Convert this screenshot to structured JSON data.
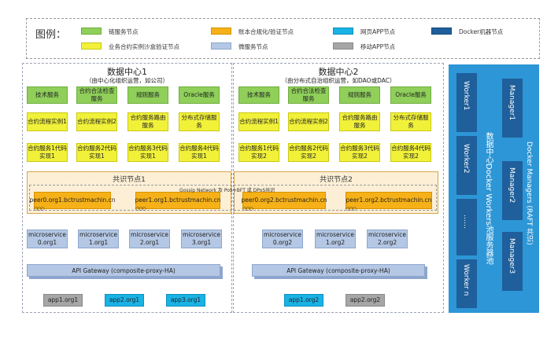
{
  "legend": {
    "title": "图例：",
    "items": [
      {
        "label": "链服务节点",
        "color": "#8fcf5a"
      },
      {
        "label": "账本合规化/验证节点",
        "color": "#f6b118"
      },
      {
        "label": "网页APP节点",
        "color": "#19b3e6"
      },
      {
        "label": "Docker机器节点",
        "color": "#1f5f9b"
      },
      {
        "label": "业务合约实例沙盒验证节点",
        "color": "#f1f13a"
      },
      {
        "label": "微服务节点",
        "color": "#b4c7e4"
      },
      {
        "label": "移动APP节点",
        "color": "#a6a6a6"
      }
    ]
  },
  "dc1": {
    "title": "数据中心1",
    "subtitle": "（由中心化组织运营，如公司）",
    "chain_services": [
      "技术服务",
      "合约合法检查服务",
      "规则服务",
      "Oracle服务"
    ],
    "sandbox_row1": [
      "合约流程实例1",
      "合约流程实例2",
      "合约服务路由服务",
      "分布式存储服务"
    ],
    "sandbox_row2": [
      "合约服务1代码实现1",
      "合约服务2代码实现1",
      "合约服务3代码实现1",
      "合约服务4代码实现1"
    ],
    "consensus_title": "共识节点1",
    "peers": [
      "peer0.org1.bctrustmachin.cn",
      "peer1.org1.bctrustmachin.cn"
    ],
    "microservices": [
      "microservice 0.org1",
      "microservice 1.org1",
      "microservice 2.org1",
      "microservice 3.org1"
    ],
    "gateway": "API Gateway (composite-proxy-HA)",
    "apps": [
      {
        "label": "app1.org1",
        "kind": "gray"
      },
      {
        "label": "app2.org1",
        "kind": "cyan"
      },
      {
        "label": "app3.org1",
        "kind": "cyan"
      }
    ]
  },
  "dc2": {
    "title": "数据中心2",
    "subtitle": "（由分布式自治组织运营，如DAO或DAC）",
    "chain_services": [
      "技术服务",
      "合约合法检查服务",
      "规则服务",
      "Oracle服务"
    ],
    "sandbox_row1": [
      "合约流程实例1",
      "合约流程实例2",
      "合约服务路由服务",
      "分布式存储服务"
    ],
    "sandbox_row2": [
      "合约服务1代码实现2",
      "合约服务2代码实现2",
      "合约服务3代码实现2",
      "合约服务4代码实现2"
    ],
    "consensus_title": "共识节点2",
    "peers": [
      "peer0.org2.bctrustmachin.cn",
      "peer1.org2.bctrustmachin.cn"
    ],
    "microservices": [
      "microservice 0.org2",
      "microservice 1.org2",
      "microservice 2.org2"
    ],
    "gateway": "API Gateway (composite-proxy-HA)",
    "apps": [
      {
        "label": "app1.org2",
        "kind": "cyan"
      },
      {
        "label": "app2.org2",
        "kind": "gray"
      }
    ]
  },
  "gossip_label": "Gossip Network 及 PoS+BFT 或 DPoS共识",
  "chain_glyph": "○○○",
  "workers_pool": {
    "title": "数据中心Docker Workers池服务器池",
    "workers": [
      "Worker1",
      "Worker2",
      "……",
      "Worker n"
    ]
  },
  "managers": {
    "title": "Docker Managers (RAFT 共识)",
    "items": [
      "Manager1",
      "Manager2",
      "Manager3"
    ]
  }
}
